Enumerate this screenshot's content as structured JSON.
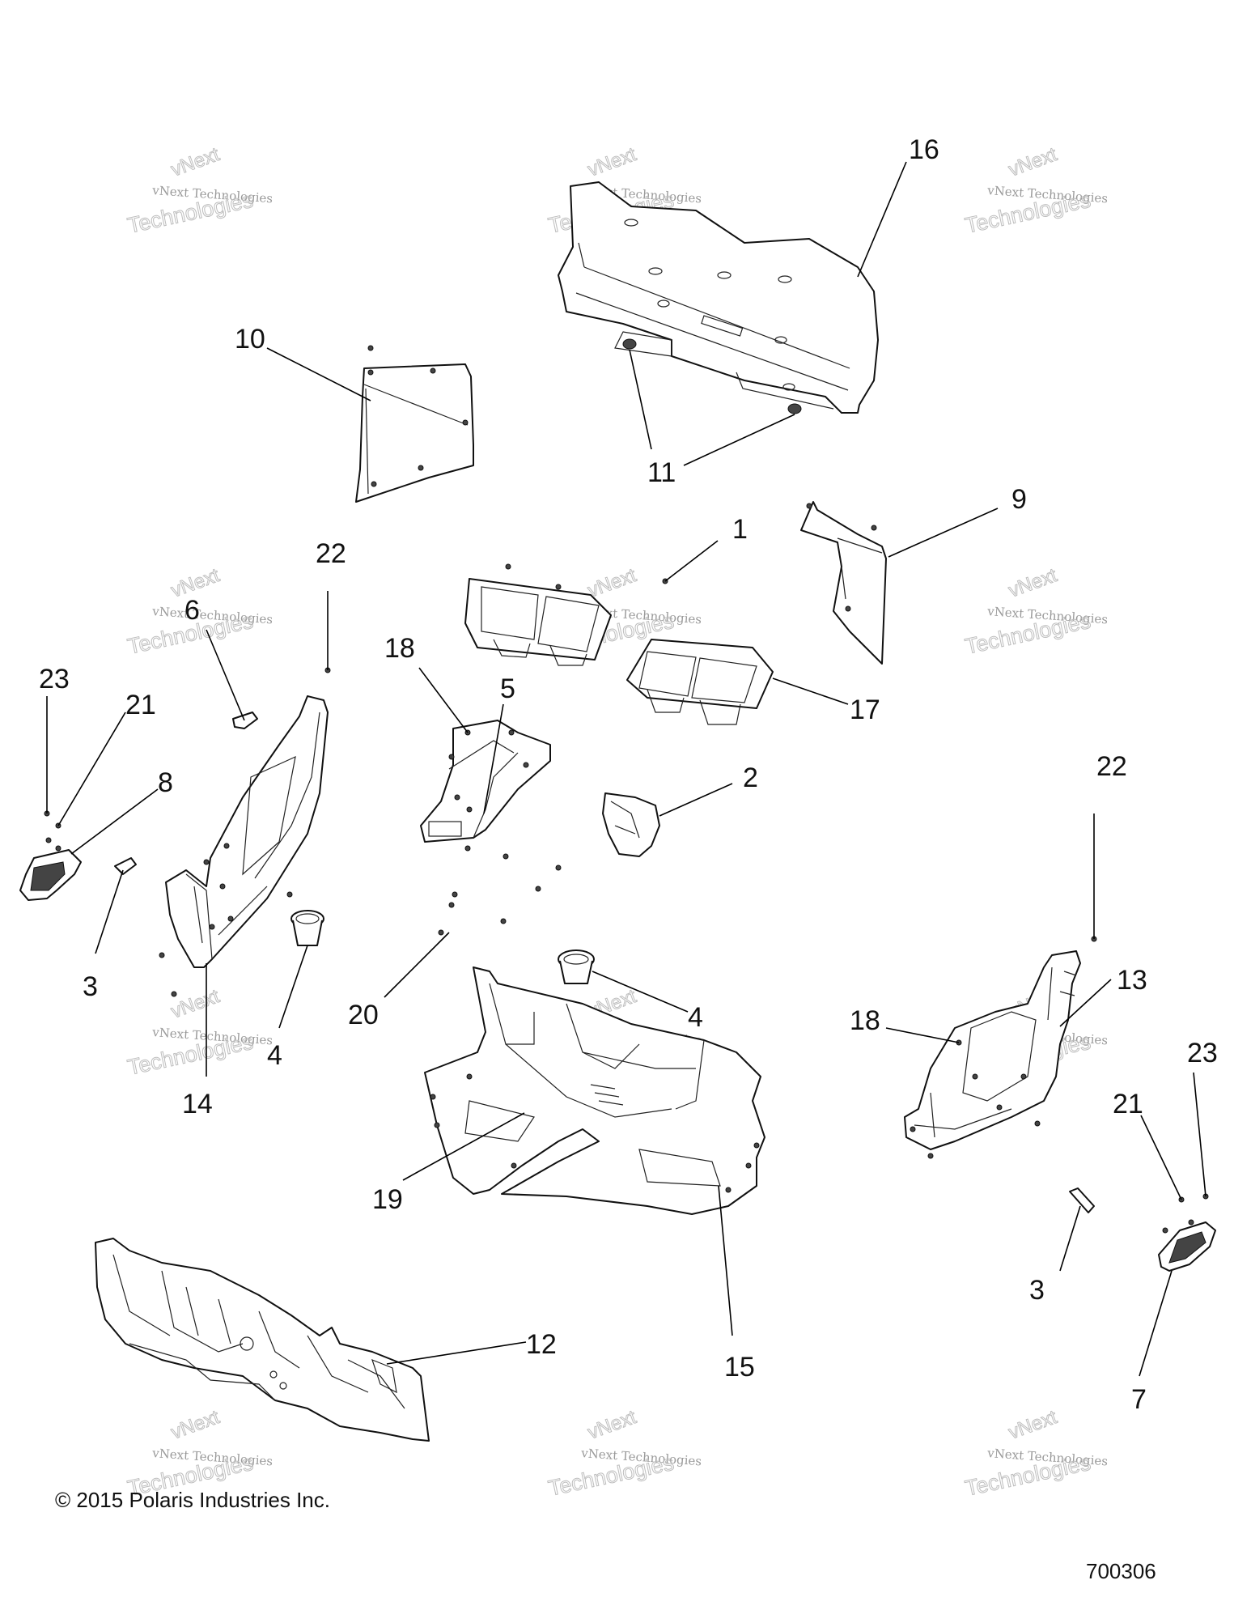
{
  "copyright": "© 2015 Polaris Industries Inc.",
  "figure_number": "700306",
  "watermark": {
    "line1": "vNext",
    "line2": "vNext Technologies",
    "line3": "Technologies"
  },
  "callouts": {
    "c1": "1",
    "c2": "2",
    "c3a": "3",
    "c3b": "3",
    "c4a": "4",
    "c4b": "4",
    "c5": "5",
    "c6": "6",
    "c7": "7",
    "c8": "8",
    "c9": "9",
    "c10": "10",
    "c11": "11",
    "c12": "12",
    "c13": "13",
    "c14": "14",
    "c15": "15",
    "c16": "16",
    "c17": "17",
    "c18a": "18",
    "c18b": "18",
    "c19": "19",
    "c20": "20",
    "c21a": "21",
    "c21b": "21",
    "c22a": "22",
    "c22b": "22",
    "c23a": "23",
    "c23b": "23"
  },
  "colors": {
    "ink": "#111111",
    "watermark": "#bdbdbd",
    "background": "#ffffff"
  }
}
